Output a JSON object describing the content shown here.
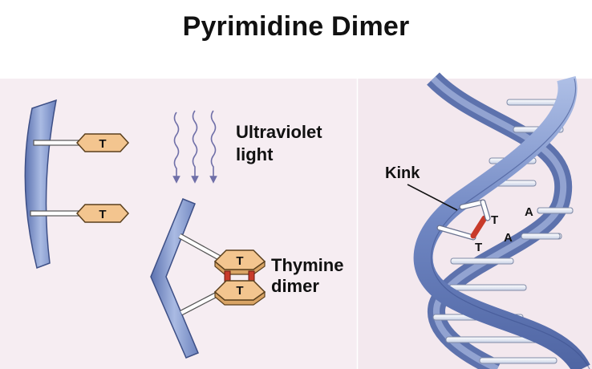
{
  "title": "Pyrimidine Dimer",
  "labels": {
    "uv_line1": "Ultraviolet",
    "uv_line2": "light",
    "dimer_line1": "Thymine",
    "dimer_line2": "dimer",
    "kink": "Kink"
  },
  "bases": {
    "thymine": "T",
    "adenine": "A"
  },
  "colors": {
    "panel_background": "#f6edf2",
    "backbone": "#7d92c8",
    "base_fill": "#f3c58f",
    "dimer_bond": "#c83a2a",
    "uv_wave": "#6f6fa8"
  }
}
